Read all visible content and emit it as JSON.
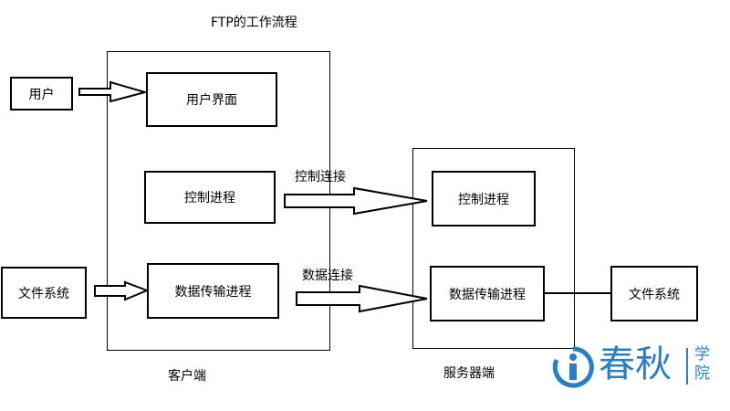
{
  "diagram": {
    "title": "FTP的工作流程",
    "nodes": {
      "user": "用户",
      "user_interface": "用户界面",
      "client_control": "控制进程",
      "client_data": "数据传输进程",
      "client_fs": "文件系统",
      "server_control": "控制进程",
      "server_data": "数据传输进程",
      "server_fs": "文件系统"
    },
    "groups": {
      "client": "客户端",
      "server": "服务器端"
    },
    "edges": {
      "control_connection": "控制连接",
      "data_connection": "数据连接"
    }
  },
  "watermark": {
    "brand": "春秋",
    "side_text": "学院",
    "color": "#2a7fc1"
  }
}
